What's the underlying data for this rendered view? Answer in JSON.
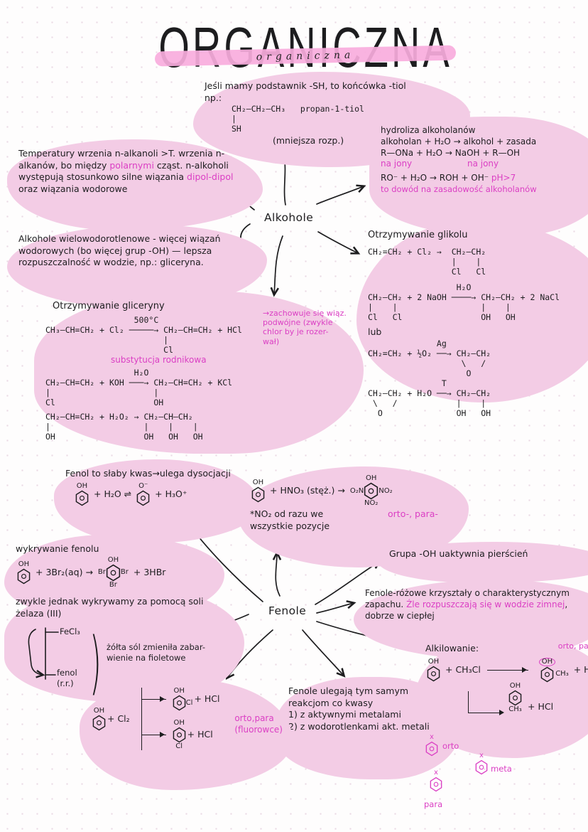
{
  "title": {
    "main": "ORGANICZNA",
    "script": "organiczna"
  },
  "centers": {
    "alkohole": "Alkohole",
    "fenole": "Fenole"
  },
  "tiol": {
    "l1": "Jeśli mamy podstawnik -SH, to końcówka -tiol",
    "l2": "np.:",
    "formula": "CH₂—CH₂—CH₃   propan-1-tiol\n|\nSH",
    "note": "(mniejsza rozp.)"
  },
  "hydroliza": {
    "title": "hydroliza alkoholanów",
    "l1": "alkoholan + H₂O → alkohol + zasada",
    "l2": "R—ONa + H₂O  →  NaOH + R—OH",
    "ions1": "na jony",
    "ions2": "na jony",
    "l3": "RO⁻  + H₂O → ROH + OH⁻",
    "ph": "pH>7",
    "proof": "to dowód na zasadowość alkoholanów"
  },
  "wrzenie": {
    "s1": "Temperatury wrzenia n-alkanoli >T. wrzenia n-alkanów, bo między ",
    "s2": "polarnymi",
    "s3": " cząst. n-alkoholi występują stosunkowo silne wiązania ",
    "s4": "dipol-dipol",
    "s5": " oraz wiązania wodorowe"
  },
  "wielowodorotlenowe": {
    "text": "Alkohole wielowodorotlenowe - więcej wiązań wodorowych (bo więcej grup -OH) — lepsza rozpuszczalność w wodzie, np.: gliceryna."
  },
  "glikol": {
    "title": "Otrzymywanie glikolu",
    "e1": "CH₂=CH₂ + Cl₂ →  CH₂—CH₂\n                 |    |\n                 Cl   Cl",
    "e2": "                  H₂O\nCH₂—CH₂ + 2 NaOH ────→ CH₂—CH₂ + 2 NaCl\n|    |                 |    |\nCl   Cl                OH   OH",
    "lub": "lub",
    "e3": "              Ag\nCH₂=CH₂ + ½O₂ ──→ CH₂—CH₂\n                   \\   /\n                    O",
    "e4": "               T\nCH₂—CH₂ + H₂O ──→ CH₂—CH₂\n \\   /            |    |\n  O               OH   OH"
  },
  "gliceryna": {
    "title": "Otrzymywanie gliceryny",
    "e1": "                  500°C\nCH₃—CH=CH₂ + Cl₂ ─────→ CH₂—CH=CH₂ + HCl\n                        |\n                        Cl",
    "note1": "→zachowuje się wiąz.\npodwójne (zwykle\nchlor by je rozer-\nwał)",
    "note2": "substytucja rodnikowa",
    "e2": "                  H₂O\nCH₂—CH=CH₂ + KOH ───→ CH₂—CH=CH₂ + KCl\n|                     |\nCl                    OH",
    "e3": "CH₂—CH=CH₂ + H₂O₂ → CH₂—CH—CH₂\n|                   |    |    |\nOH                  OH   OH   OH"
  },
  "dysocjacja": {
    "text": "Fenol to słaby kwas→ulega dysocjacji",
    "r1_top": "OH",
    "mid": "+ H₂O  ⇌",
    "r2_top": "O⁻",
    "end": "+ H₃O⁺"
  },
  "nitrowanie": {
    "r1_top": "OH",
    "mid": "+ HNO₃ (stęż.) →",
    "r2_top": "OH",
    "r2_left": "O₂N",
    "r2_right": "NO₂",
    "r2_bottom": "NO₂",
    "pinknote": "orto-, para-",
    "note": "*NO₂ od razu we wszystkie pozycje"
  },
  "wykrywanie": {
    "title": "wykrywanie fenolu",
    "r1_top": "OH",
    "mid": "+ 3Br₂(aq) →",
    "r2_top": "OH",
    "r2_left": "Br",
    "r2_right": "Br",
    "r2_bottom": "Br",
    "end": "+ 3HBr"
  },
  "zelazo": {
    "l1": "zwykle jednak wykrywamy za pomocą soli żelaza (III)",
    "fe": "FeCl₃",
    "fenol": "fenol",
    "rr": "(r.r.)",
    "note": "żółta sól zmieniła zabar- wienie na fioletowe"
  },
  "grupa": {
    "text": "Grupa -OH uaktywnia pierścień"
  },
  "krysztaly": {
    "s1": "Fenole-różowe krzyształy o charakterystycznym zapachu. ",
    "s2": "Źle rozpuszczają się w wodzie zimnej",
    "s3": ", dobrze w ciepłej"
  },
  "alkilowanie": {
    "title": "Alkilowanie:",
    "r1_top": "OH",
    "mid": "+ CH₃Cl",
    "pinknote": "orto, para",
    "p1_top": "OH",
    "p1_right": "CH₃",
    "p1_end": "+ HCl",
    "p2_top": "OH",
    "p2_bottom": "CH₃",
    "p2_end": "+ HCl"
  },
  "reakcje": {
    "l1": "Fenole ulegają tym samym reakcjom co kwasy",
    "l2": "1) z aktywnymi metalami",
    "l3": "2) z wodorotlenkami akt. metali"
  },
  "chlorowanie": {
    "r1_top": "OH",
    "mid": "+ Cl₂",
    "p1_top": "OH",
    "p1_right": "Cl",
    "p1_end": "+ HCl",
    "p2_top": "OH",
    "p2_bottom": "Cl",
    "p2_end": "+ HCl",
    "pinknote": "orto,para\n(fluorowce)"
  },
  "pozycje": {
    "orto": "orto",
    "para": "para",
    "meta": "meta",
    "x1": "x",
    "x2": "x",
    "x3": "x"
  },
  "colors": {
    "blob": "#f3cce5",
    "ink": "#1d1d1f",
    "pink": "#db3fc4",
    "band": "#f8acdd"
  }
}
